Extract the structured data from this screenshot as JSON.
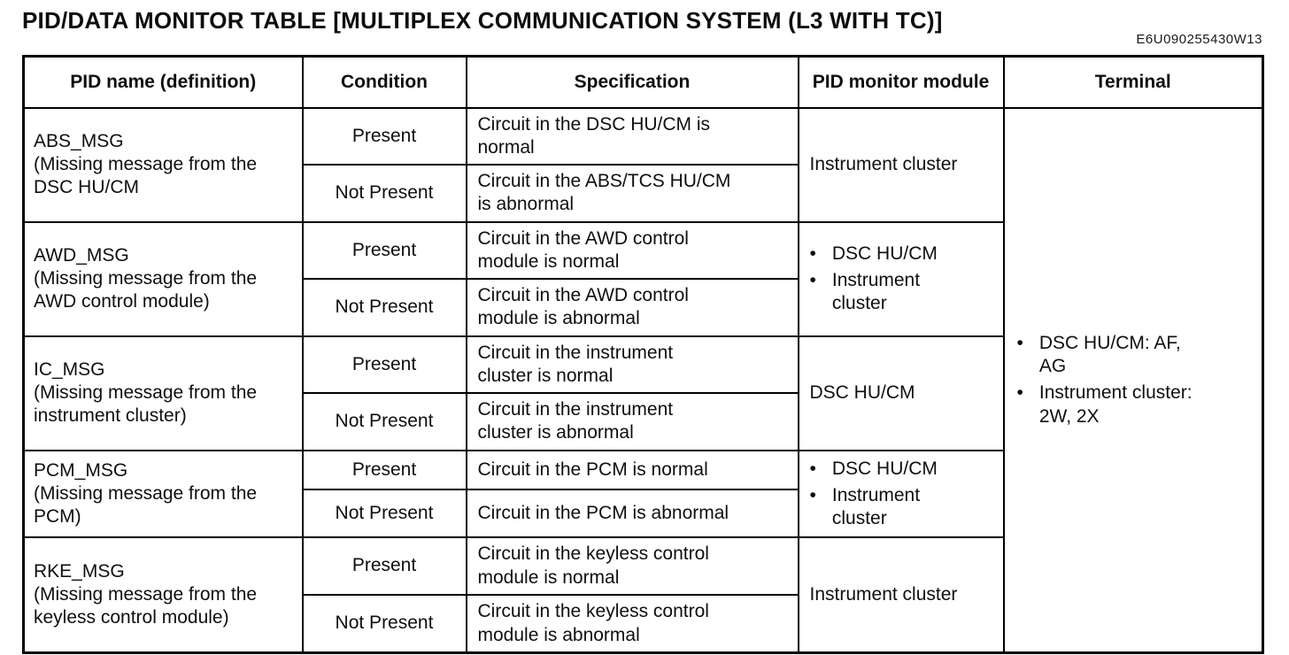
{
  "page": {
    "title": "PID/DATA MONITOR TABLE [MULTIPLEX COMMUNICATION SYSTEM (L3 WITH TC)]",
    "reference_code": "E6U090255430W13"
  },
  "colors": {
    "ink": "#111111",
    "paper": "#ffffff"
  },
  "table": {
    "headers": {
      "pid_name": "PID name (definition)",
      "condition": "Condition",
      "specification": "Specification",
      "monitor_module": "PID monitor module",
      "terminal": "Terminal"
    },
    "rows": [
      {
        "pid_name": "ABS_MSG",
        "pid_definition": "(Missing message from the DSC HU/CM",
        "conditions": [
          {
            "condition": "Present",
            "specification": "Circuit in the DSC HU/CM is normal"
          },
          {
            "condition": "Not Present",
            "specification": "Circuit in the ABS/TCS HU/CM is abnormal"
          }
        ],
        "monitor_modules": [
          "Instrument cluster"
        ]
      },
      {
        "pid_name": "AWD_MSG",
        "pid_definition": "(Missing message from the AWD control module)",
        "conditions": [
          {
            "condition": "Present",
            "specification": "Circuit in the AWD control module is normal"
          },
          {
            "condition": "Not Present",
            "specification": "Circuit in the AWD control module is abnormal"
          }
        ],
        "monitor_modules": [
          "DSC HU/CM",
          "Instrument cluster"
        ]
      },
      {
        "pid_name": "IC_MSG",
        "pid_definition": "(Missing message from the instrument cluster)",
        "conditions": [
          {
            "condition": "Present",
            "specification": "Circuit in the instrument cluster is normal"
          },
          {
            "condition": "Not Present",
            "specification": "Circuit in the instrument cluster is abnormal"
          }
        ],
        "monitor_modules": [
          "DSC HU/CM"
        ]
      },
      {
        "pid_name": "PCM_MSG",
        "pid_definition": "(Missing message from the PCM)",
        "conditions": [
          {
            "condition": "Present",
            "specification": "Circuit in the PCM is normal"
          },
          {
            "condition": "Not Present",
            "specification": "Circuit in the PCM is abnormal"
          }
        ],
        "monitor_modules": [
          "DSC HU/CM",
          "Instrument cluster"
        ]
      },
      {
        "pid_name": "RKE_MSG",
        "pid_definition": "(Missing message from the keyless control module)",
        "conditions": [
          {
            "condition": "Present",
            "specification": "Circuit in the keyless control module is normal"
          },
          {
            "condition": "Not Present",
            "specification": "Circuit in the keyless control module is abnormal"
          }
        ],
        "monitor_modules": [
          "Instrument cluster"
        ]
      }
    ],
    "terminal_items": [
      "DSC HU/CM: AF, AG",
      "Instrument cluster: 2W, 2X"
    ]
  }
}
